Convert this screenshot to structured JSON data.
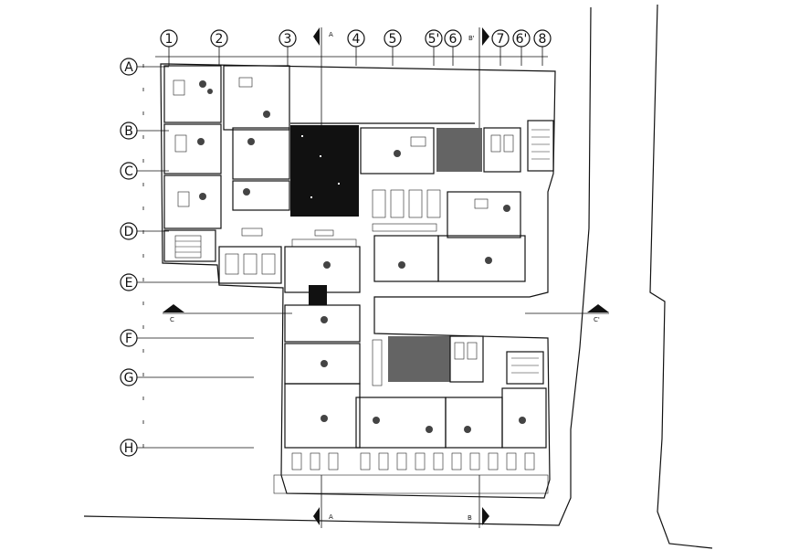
{
  "grid_columns": [
    "1",
    "2",
    "3",
    "4",
    "5",
    "5'",
    "6",
    "7",
    "6'",
    "8"
  ],
  "grid_rows": [
    "A",
    "B",
    "C",
    "D",
    "E",
    "F",
    "G",
    "H"
  ],
  "section_marks": {
    "top_a": "A",
    "top_b": "B'",
    "bottom_a": "A",
    "bottom_b": "B",
    "left_c": "C",
    "right_c": "C'"
  },
  "colors": {
    "line": "#111111",
    "background": "#ffffff",
    "hatch": "#111111"
  }
}
